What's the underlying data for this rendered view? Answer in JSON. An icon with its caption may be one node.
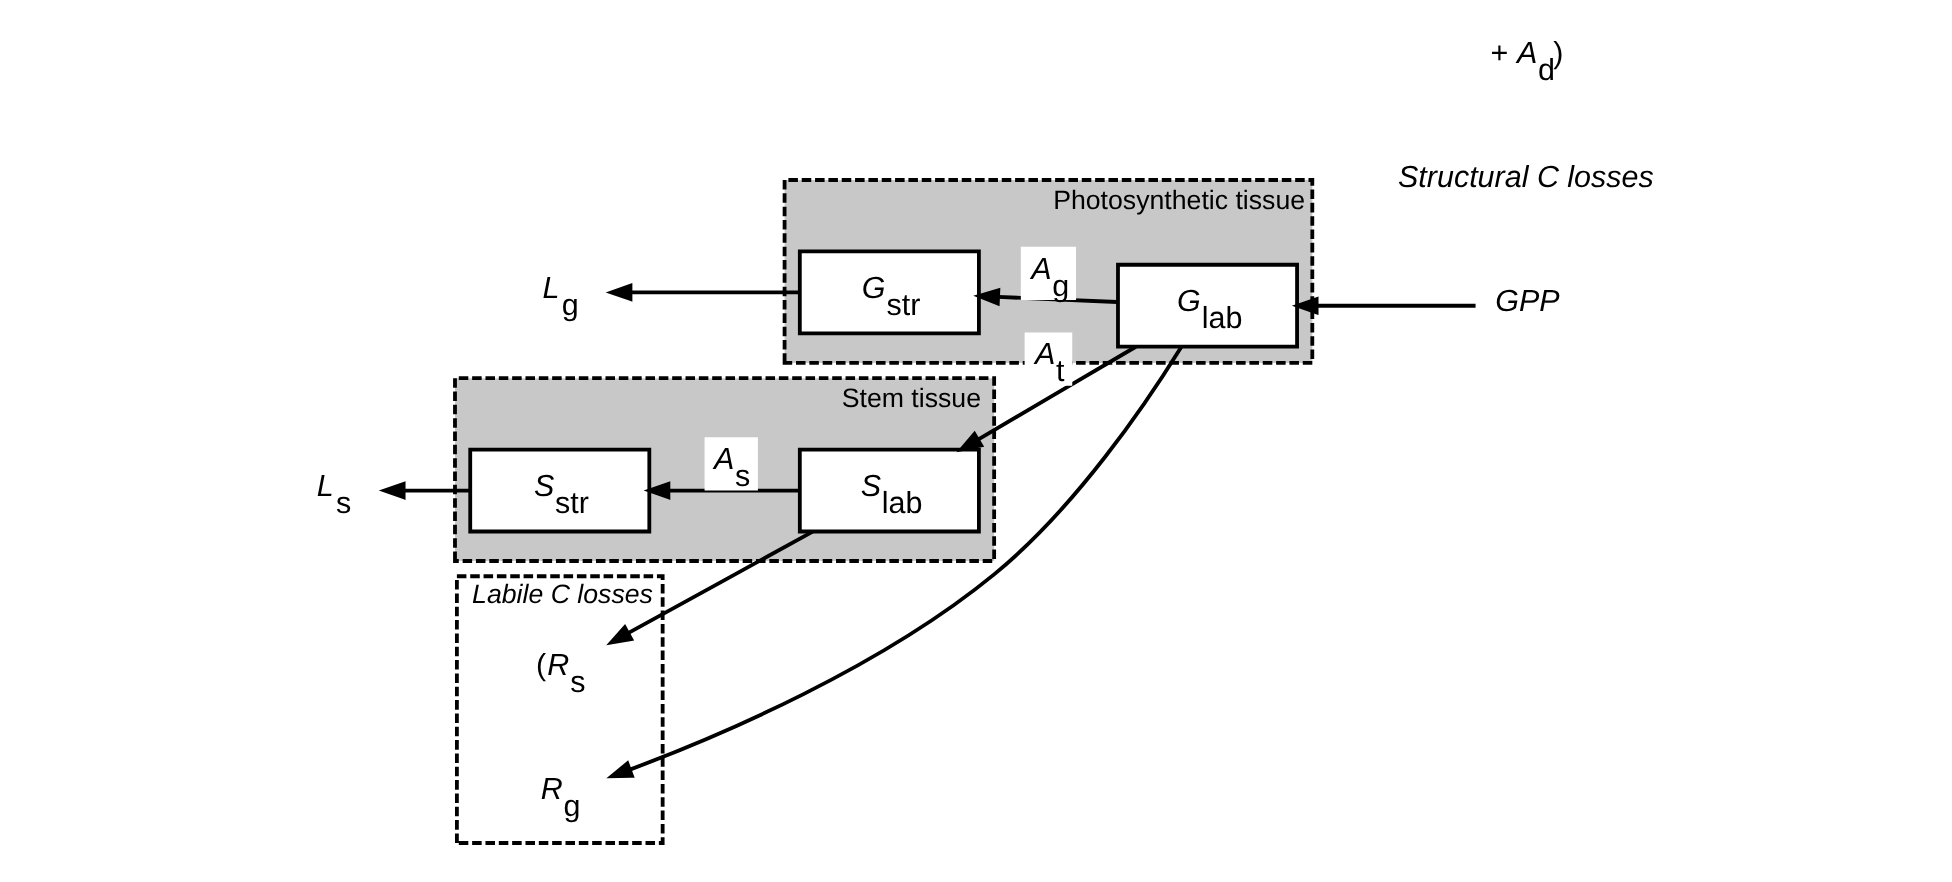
{
  "diagram": {
    "nodes": [
      {
        "text": [
          "Photosynthetic tissue"
        ]
      },
      {
        "text": [
          "*G*$_{str}$"
        ],
        "in": 0
      },
      {
        "text": [
          "*G*$_{lab}$"
        ],
        "in": 0
      },
      {
        "text": [
          "Stem tissue"
        ]
      },
      {
        "text": [
          "*S*$_{str}$"
        ],
        "in": 3
      },
      {
        "text": [
          "*S*$_{lab}$"
        ],
        "in": 3
      },
      {
        "text": [
          "Labile C losses"
        ]
      },
      {
        "text": [
          "*R*$_{g}$"
        ],
        "in": 6
      },
      {
        "text": [
          "(*R*$_{s}$"
        ],
        "in": 6
      },
      {
        "text": [
          "GPP"
        ]
      },
      {
        "text": [
          "*L*$_{g}$"
        ]
      },
      {
        "text": [
          "*L*$_{s}$"
        ]
      }
    ],
    "edges": [
      {
        "from": 9,
        "to": 2,
        "arrow": "to"
      },
      {
        "from": 2,
        "to": 1,
        "arrow": "to",
        "label": "*A*$_{g}$"
      },
      {
        "from": 1,
        "to": 10,
        "arrow": "to"
      },
      {
        "from": 2,
        "to": 7,
        "arrow": "to"
      },
      {
        "from": 2,
        "to": 5,
        "arrow": "to",
        "label": "*A*$_{t}$"
      },
      {
        "from": 5,
        "to": 4,
        "arrow": "to",
        "label": "*A*$_{s}$"
      },
      {
        "from": 4,
        "to": 11,
        "arrow": "to"
      },
      {
        "from": 5,
        "to": 8,
        "arrow": "to"
      }
    ],
    "labels": [
      "Structural C losses",
      "+ *A*$_{d}$)"
    ]
  }
}
